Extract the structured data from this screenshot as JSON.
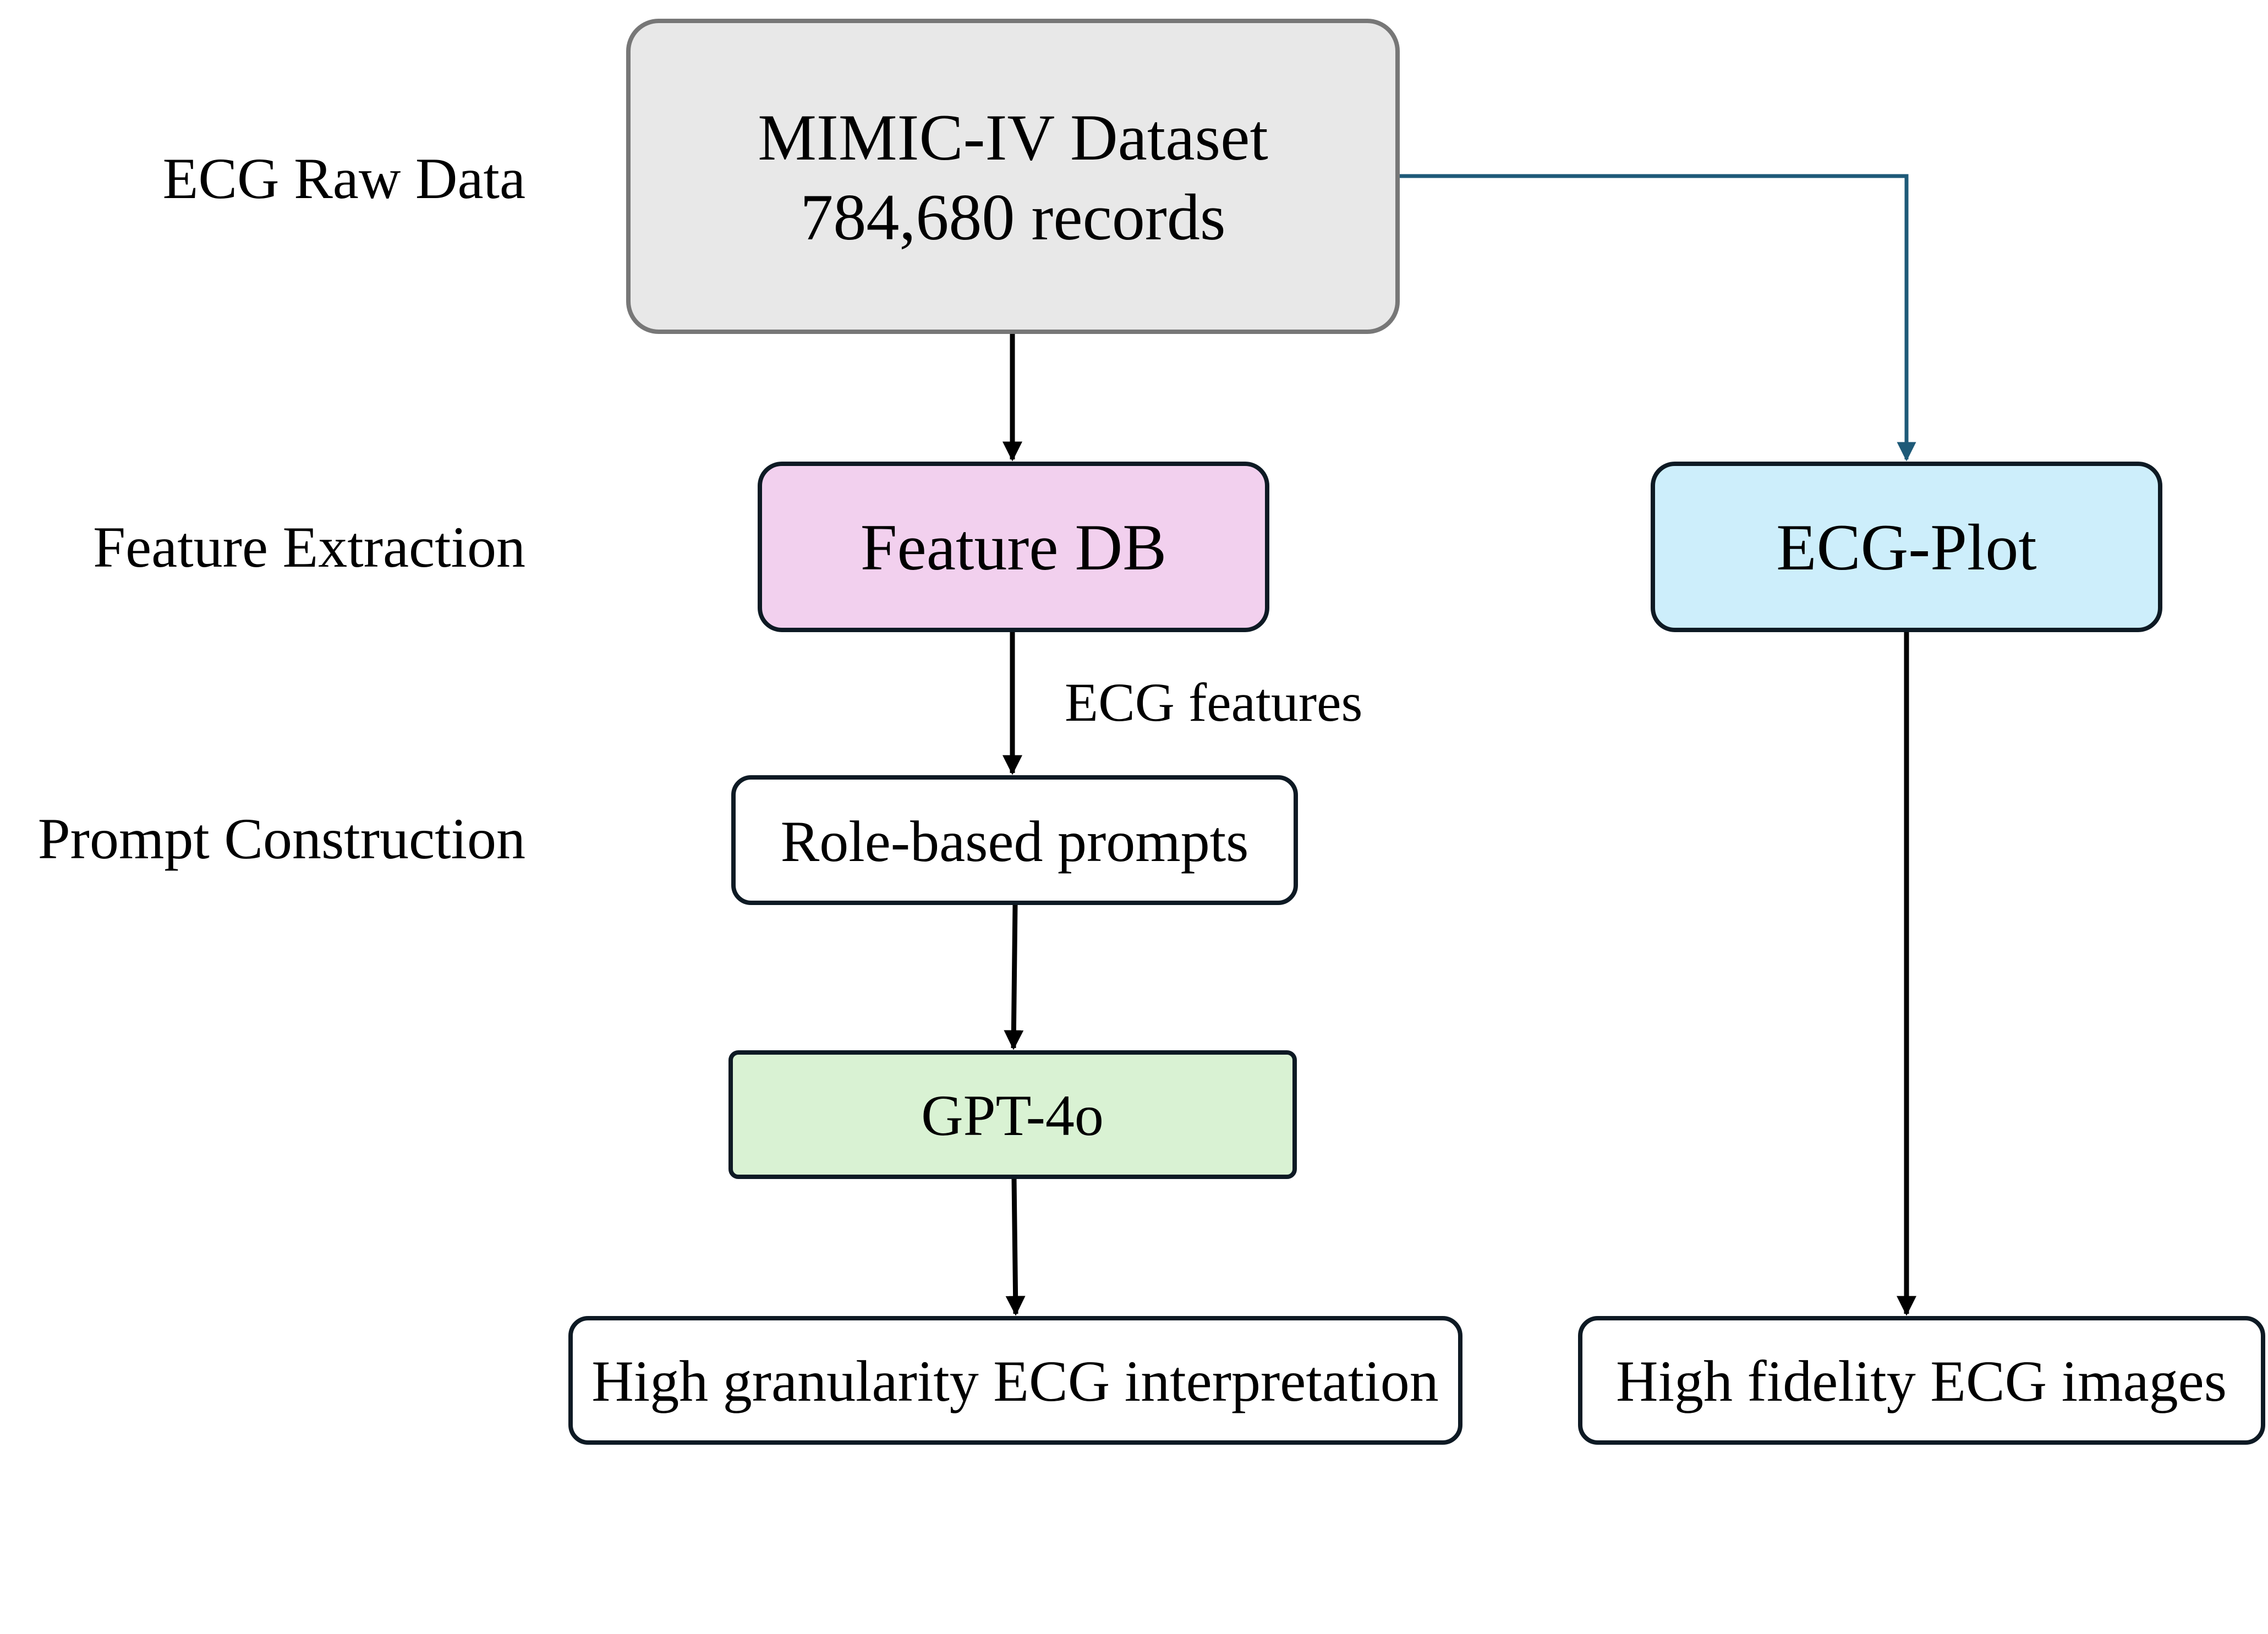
{
  "stages": {
    "raw": "ECG Raw Data",
    "feature": "Feature Extraction",
    "prompt": "Prompt Construction"
  },
  "nodes": {
    "mimic": {
      "line1": "MIMIC-IV Dataset",
      "line2": "784,680 records"
    },
    "feature_db": {
      "label": "Feature DB"
    },
    "ecg_plot": {
      "label": "ECG-Plot"
    },
    "role_prompts": {
      "label": "Role-based prompts"
    },
    "gpt4o": {
      "label": "GPT-4o"
    },
    "interpretation": {
      "label": "High granularity ECG interpretation"
    },
    "images": {
      "label": "High fidelity ECG images"
    }
  },
  "edges": {
    "features_label": "ECG features"
  },
  "colors": {
    "mimic_fill": "#e8e8e8",
    "mimic_stroke": "#777777",
    "feature_db_fill": "#f2d0ee",
    "ecg_plot_fill": "#cdeefb",
    "gpt4o_fill": "#d9f2d3",
    "plain_fill": "#ffffff",
    "box_stroke": "#0e1a24",
    "branch_arrow": "#1e5a78",
    "arrow": "#000000"
  }
}
